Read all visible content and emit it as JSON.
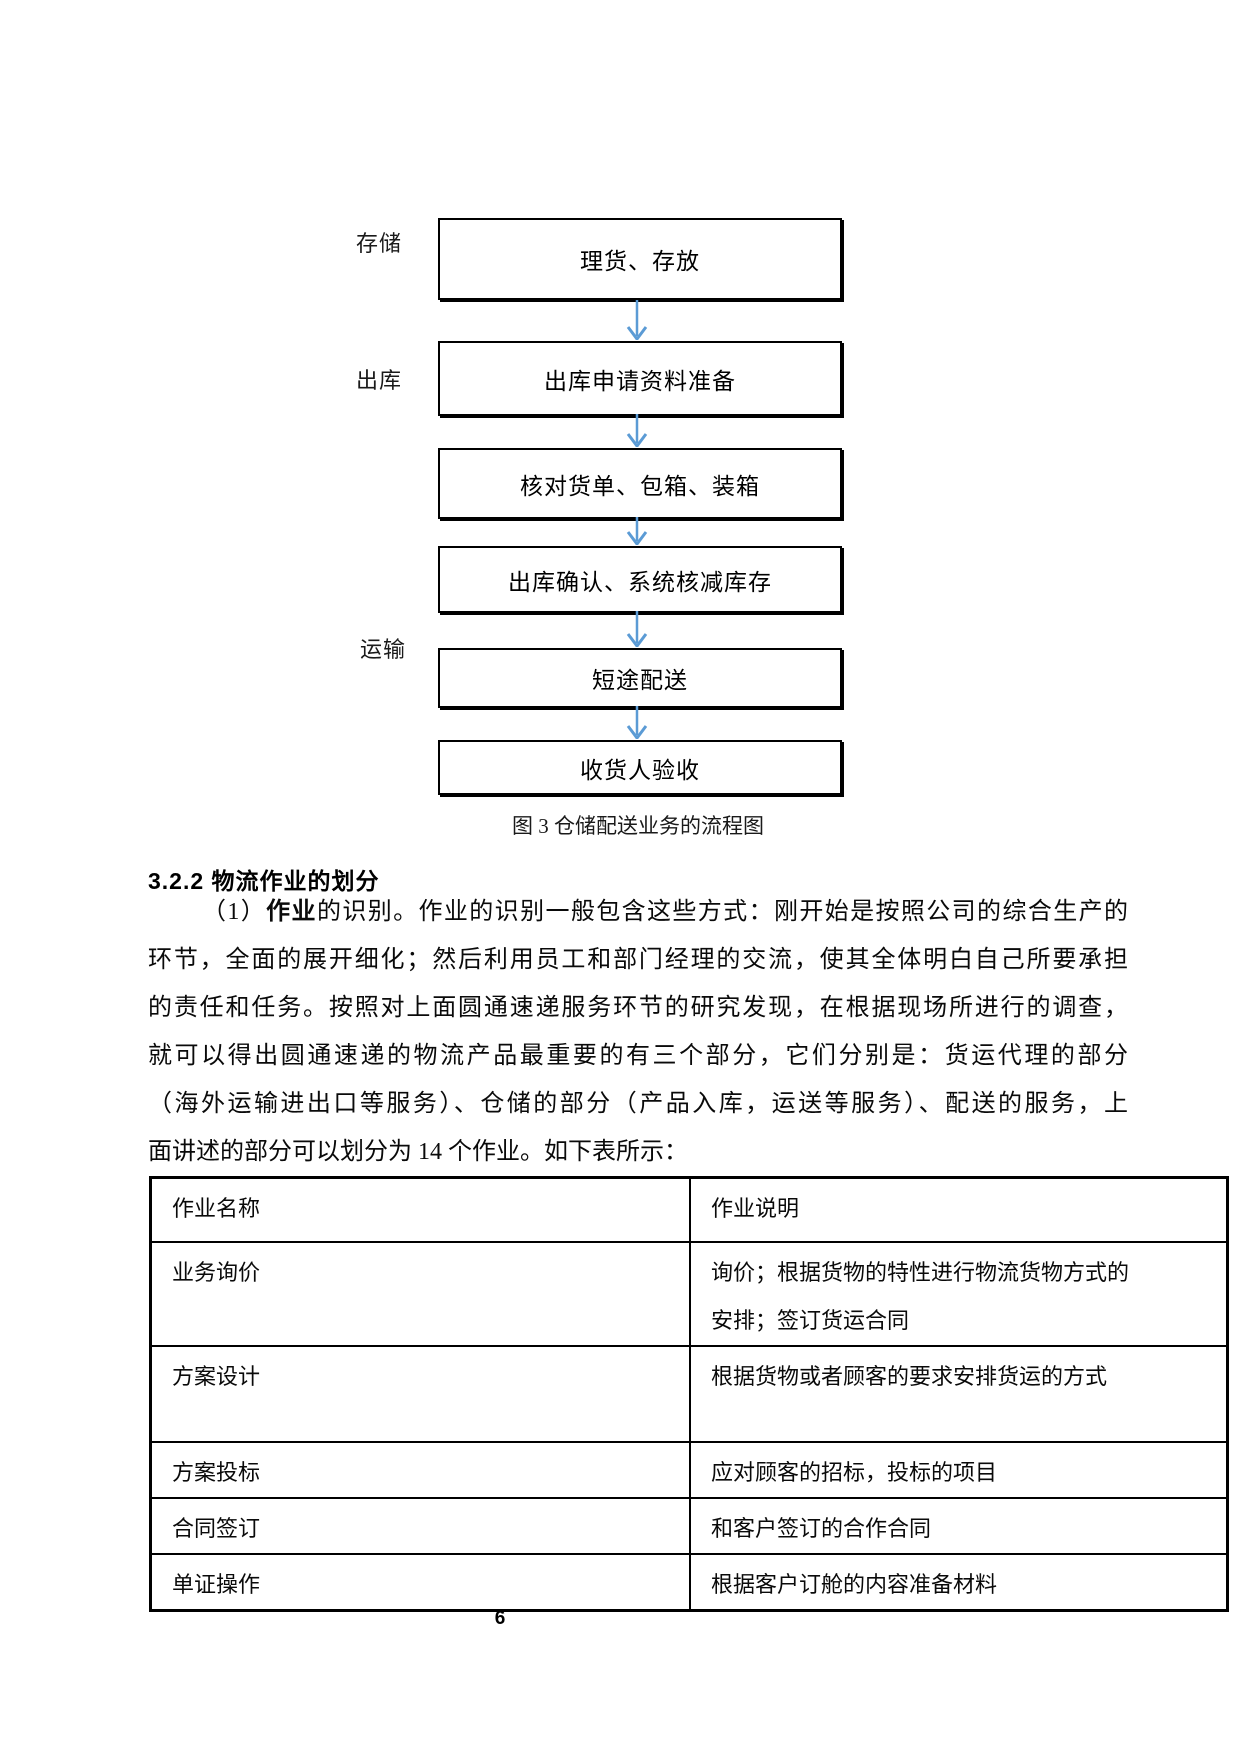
{
  "flowchart": {
    "stage_labels": [
      "存储",
      "出库",
      "运输"
    ],
    "boxes": [
      "理货、存放",
      "出库申请资料准备",
      "核对货单、包箱、装箱",
      "出库确认、系统核减库存",
      "短途配送",
      "收货人验收"
    ],
    "caption": "图 3 仓储配送业务的流程图",
    "arrow_color": "#5B9BD5",
    "box_border_color": "#000000"
  },
  "section": {
    "heading": "3.2.2 物流作业的划分",
    "paragraph": {
      "line1_prefix": "（1）",
      "line1_bold": "作业",
      "line1_rest": "的识别。作业的识别一般包含这些方式：刚开始是按照公司的综合生产的",
      "lines": [
        "环节，全面的展开细化；然后利用员工和部门经理的交流，使其全体明白自己所要承担",
        "的责任和任务。按照对上面圆通速递服务环节的研究发现，在根据现场所进行的调查，",
        "就可以得出圆通速递的物流产品最重要的有三个部分，它们分别是：货运代理的部分",
        "（海外运输进出口等服务）、仓储的部分（产品入库，运送等服务）、配送的服务，上",
        "面讲述的部分可以划分为 14 个作业。如下表所示："
      ]
    }
  },
  "table": {
    "headers": [
      "作业名称",
      "作业说明"
    ],
    "rows": [
      {
        "name": "业务询价",
        "desc": "询价；根据货物的特性进行物流货物方式的\n安排；签订货运合同"
      },
      {
        "name": "方案设计",
        "desc": "根据货物或者顾客的要求安排货运的方式"
      },
      {
        "name": "方案投标",
        "desc": "应对顾客的招标，投标的项目"
      },
      {
        "name": "合同签订",
        "desc": "和客户签订的合作合同"
      },
      {
        "name": "单证操作",
        "desc": "根据客户订舱的内容准备材料"
      }
    ]
  },
  "footer": {
    "page_number": "6"
  }
}
